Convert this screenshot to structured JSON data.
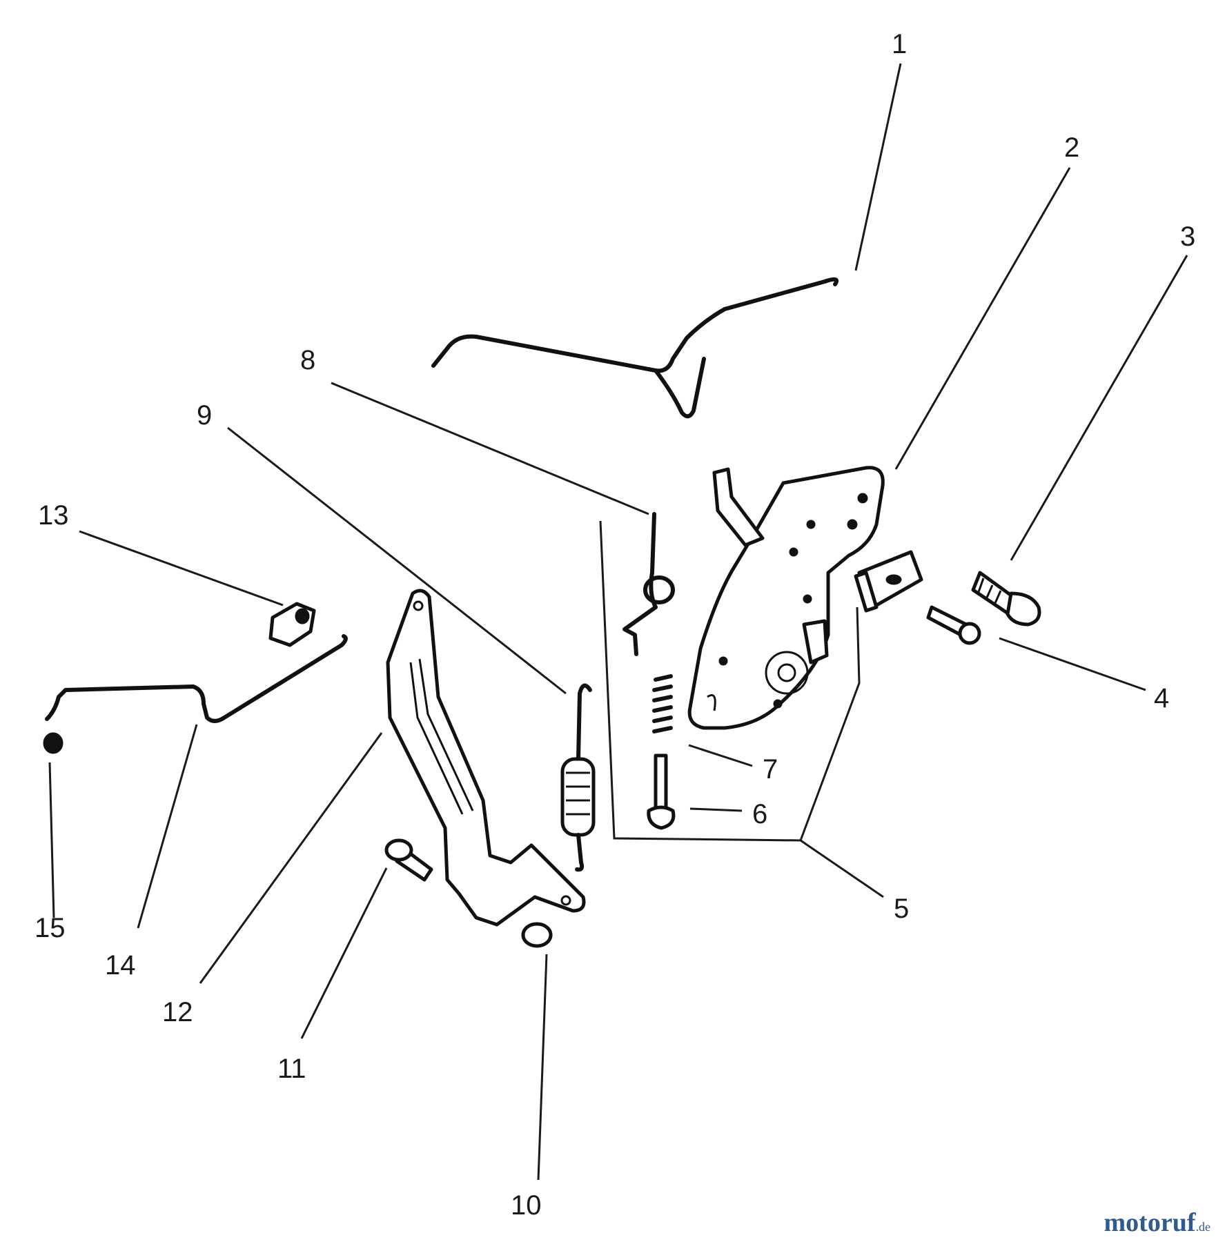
{
  "callouts": {
    "c1": "1",
    "c2": "2",
    "c3": "3",
    "c4": "4",
    "c5": "5",
    "c6": "6",
    "c7": "7",
    "c8": "8",
    "c9": "9",
    "c10": "10",
    "c11": "11",
    "c12": "12",
    "c13": "13",
    "c14": "14",
    "c15": "15"
  },
  "watermark": {
    "name": "motoruf",
    "tld": ".de"
  },
  "colors": {
    "ink": "#111111",
    "watermark": "#2f5b8f"
  }
}
